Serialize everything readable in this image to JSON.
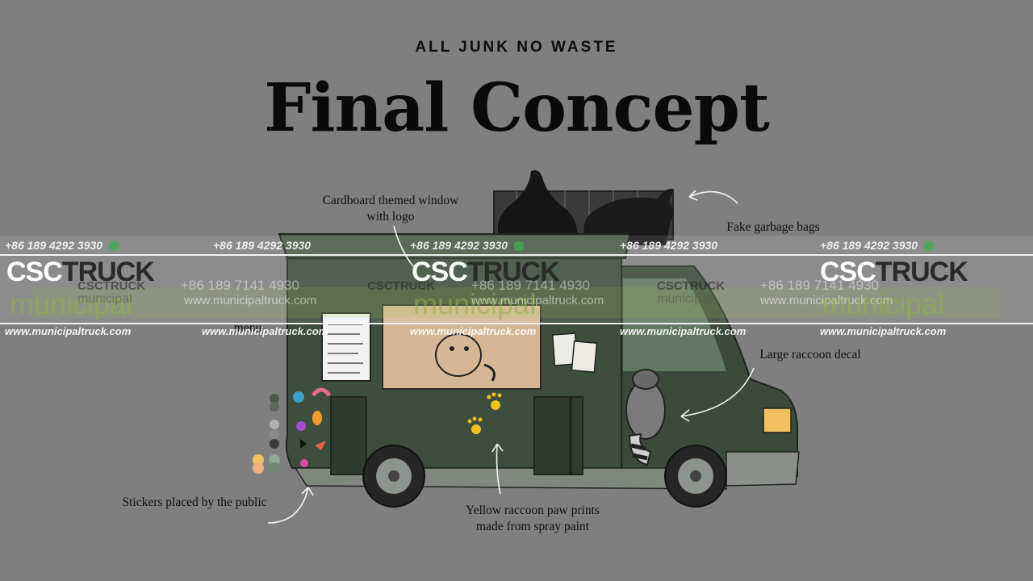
{
  "header": {
    "subtitle": "ALL JUNK NO WASTE",
    "title": "Final Concept"
  },
  "annotations": {
    "window": [
      "Cardboard themed window",
      "with logo"
    ],
    "garbage": "Fake garbage bags",
    "menu": "menu",
    "raccoon": "Large raccoon decal",
    "stickers": "Stickers placed by the public",
    "paws": [
      "Yellow raccoon paw prints",
      "made from spray paint"
    ]
  },
  "watermark": {
    "phone": "+86 189 4292 3930",
    "phone_alt": "+86 189 7141 4930",
    "url": "www.municipaltruck.com",
    "logo_left": "CSC",
    "logo_right": "TRUCK",
    "brand_word": "municipal"
  },
  "colors": {
    "background": "#7f7f7f",
    "truck_body": "#3f4f3f",
    "cardboard": "#d8b896",
    "paw": "#f0c020"
  }
}
